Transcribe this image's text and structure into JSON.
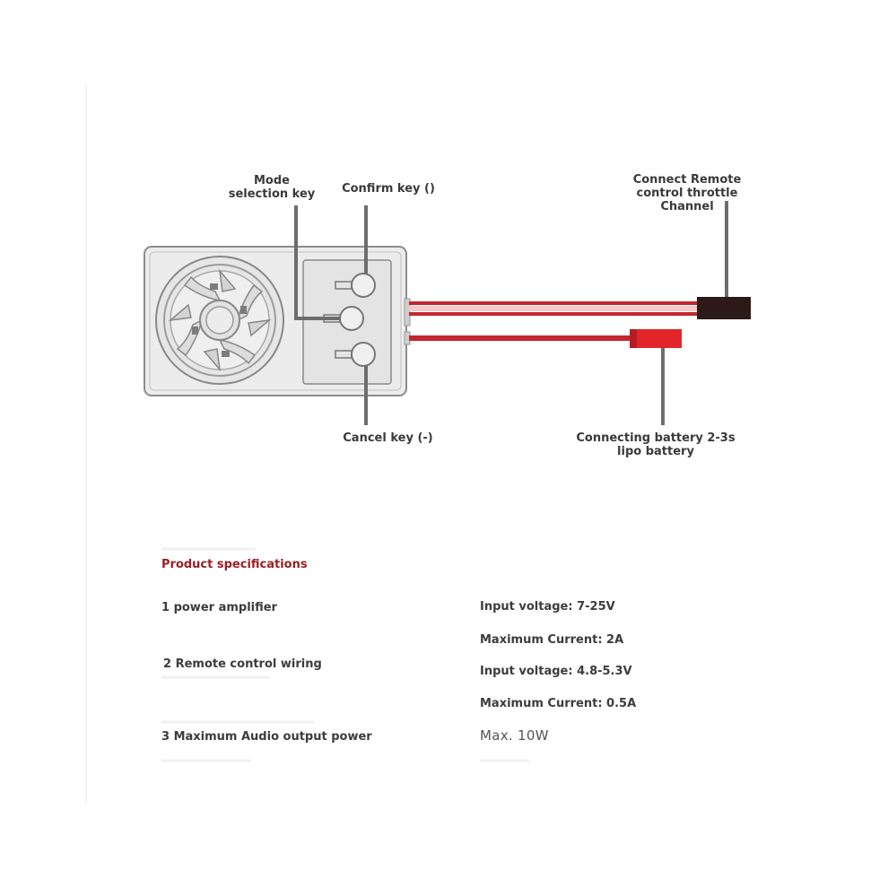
{
  "labels": {
    "mode_key": "Mode\nselection key",
    "confirm_key": "Confirm key ()",
    "throttle": "Connect Remote\ncontrol throttle Channel",
    "cancel_key": "Cancel key (-)",
    "battery": "Connecting battery 2-3s\nlipo battery"
  },
  "specs": {
    "title": "Product specifications",
    "rows": [
      {
        "name": "1 power amplifier",
        "values": [
          "Input voltage: 7-25V",
          "Maximum Current: 2A"
        ]
      },
      {
        "name": "2 Remote control wiring",
        "values": [
          "Input voltage: 4.8-5.3V",
          "Maximum Current: 0.5A"
        ]
      },
      {
        "name": "3 Maximum Audio output power",
        "values": [
          "Max. 10W"
        ]
      }
    ]
  },
  "colors": {
    "wire_red": "#c4262d",
    "wire_light": "#f4c9c9",
    "battery_plug": "#e0262b",
    "servo_plug": "#2b1a16",
    "leader": "#6d6d6d",
    "spec_title": "#9a1f24"
  }
}
